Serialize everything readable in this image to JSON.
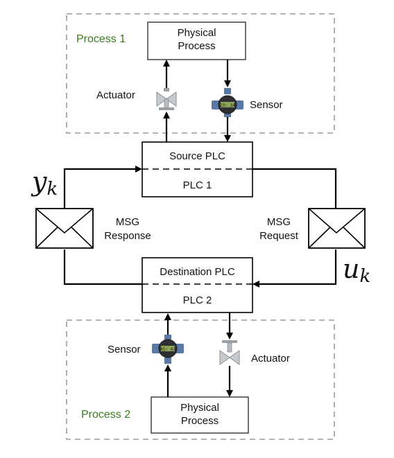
{
  "process1": {
    "label": "Process 1",
    "physical_line1": "Physical",
    "physical_line2": "Process"
  },
  "process2": {
    "label": "Process 2",
    "physical_line1": "Physical",
    "physical_line2": "Process"
  },
  "top": {
    "actuator": "Actuator",
    "sensor": "Sensor",
    "sensor_display": "23: 34"
  },
  "bottom": {
    "actuator": "Actuator",
    "sensor": "Sensor",
    "sensor_display": "45: 43"
  },
  "source_plc": {
    "title": "Source PLC",
    "name": "PLC 1"
  },
  "destination_plc": {
    "title": "Destination PLC",
    "name": "PLC 2"
  },
  "msg_response": {
    "line1": "MSG",
    "line2": "Response"
  },
  "msg_request": {
    "line1": "MSG",
    "line2": "Request"
  },
  "y_symbol": {
    "base": "y",
    "sub": "k"
  },
  "u_symbol": {
    "base": "u",
    "sub": "k"
  },
  "colors": {
    "process_label": "#3a7a1f",
    "dashed_border": "#9a9a9a",
    "sensor_blue": "#5b79a6",
    "valve_gray": "#b7bcc2"
  }
}
